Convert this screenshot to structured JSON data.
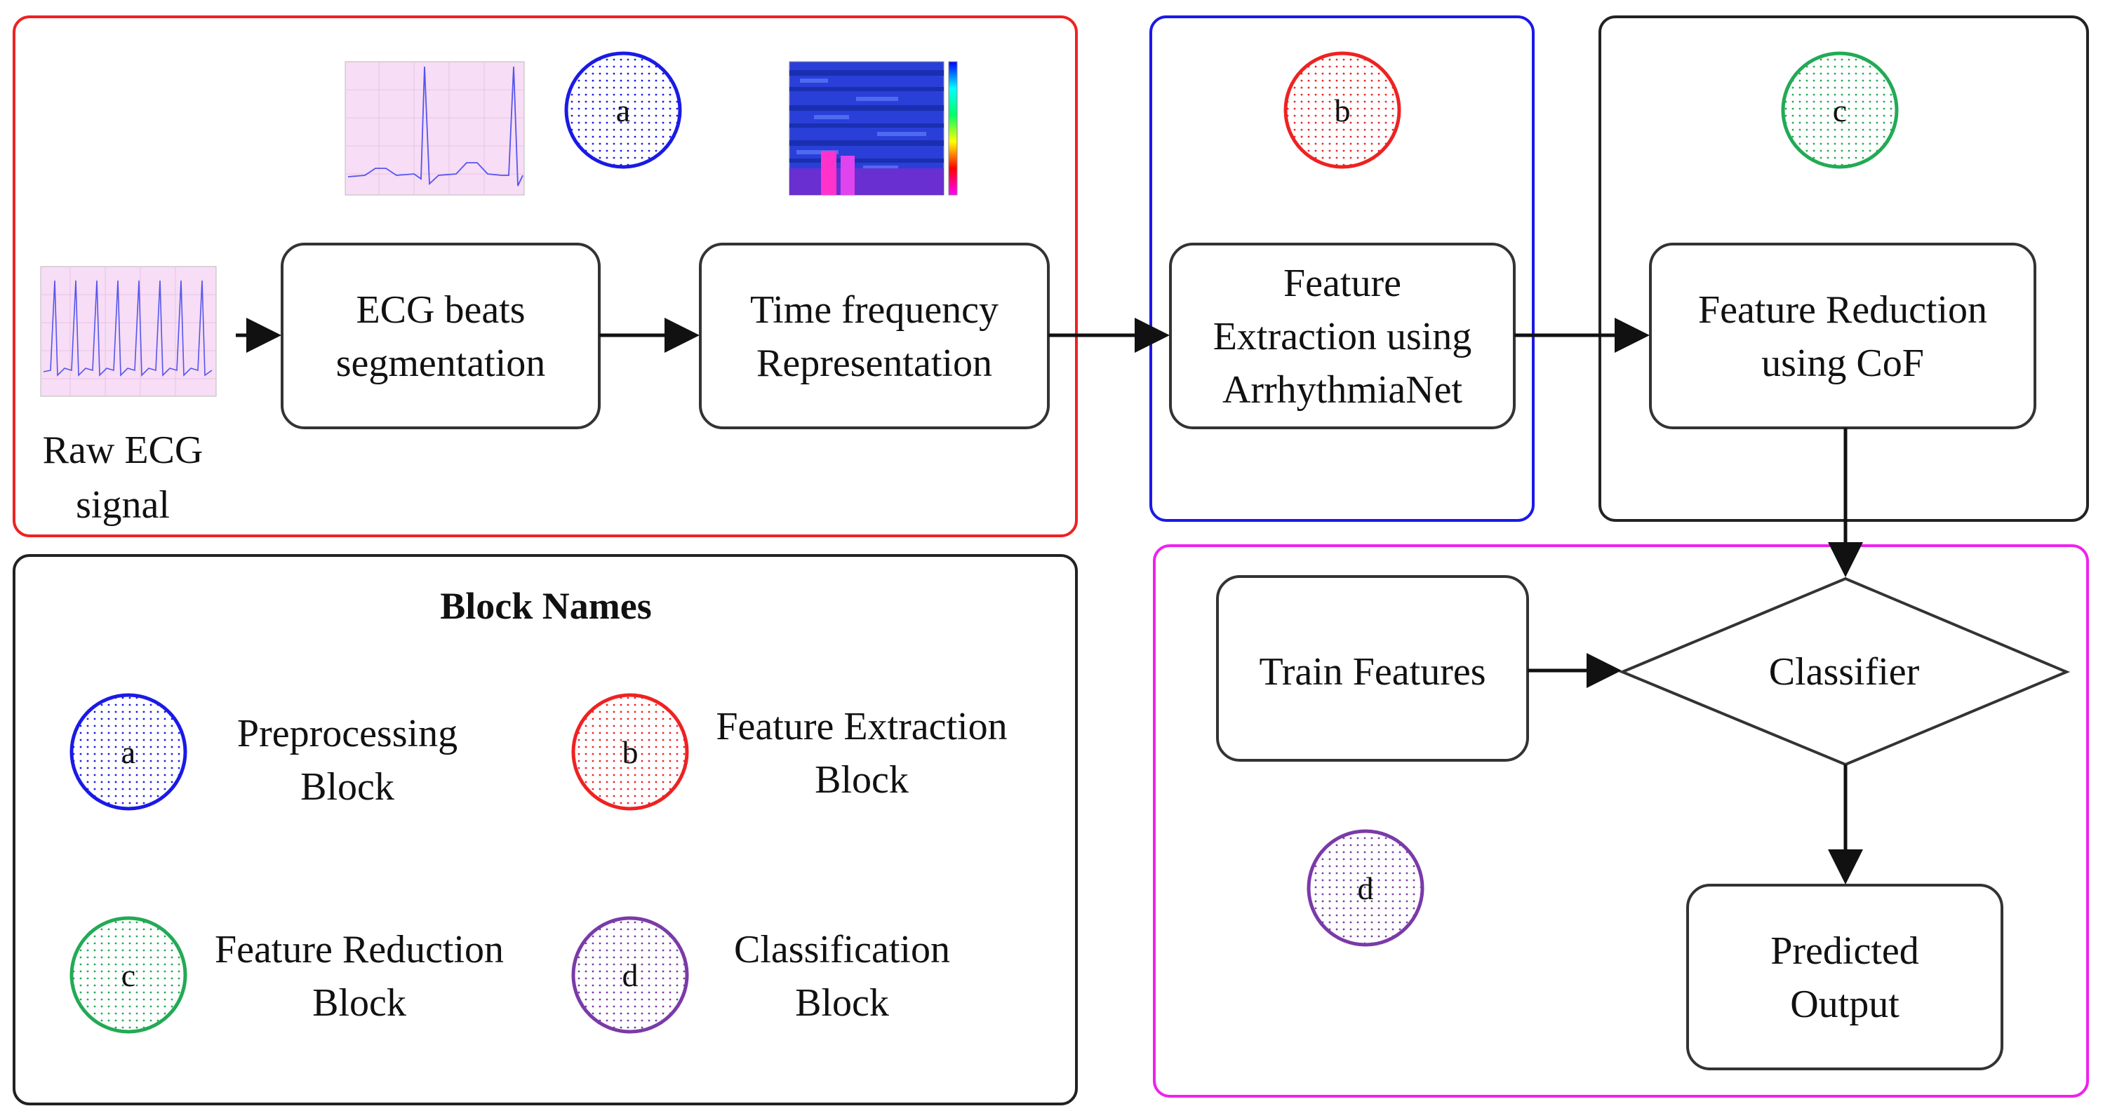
{
  "blocks": {
    "preprocessing": {
      "raw_signal_label": [
        "Raw ECG",
        "signal"
      ],
      "segmentation": [
        "ECG beats",
        "segmentation"
      ],
      "time_frequency": [
        "Time frequency",
        "Representation"
      ],
      "badge": "a"
    },
    "feature_extraction": {
      "process": [
        "Feature",
        "Extraction using",
        "ArrhythmiaNet"
      ],
      "badge": "b"
    },
    "feature_reduction": {
      "process": [
        "Feature Reduction",
        "using CoF"
      ],
      "badge": "c"
    },
    "classification": {
      "train_features": "Train Features",
      "classifier": "Classifier",
      "output": [
        "Predicted",
        "Output"
      ],
      "badge": "d"
    }
  },
  "legend": {
    "title": "Block Names",
    "items": [
      {
        "badge": "a",
        "label": [
          "Preprocessing",
          "Block"
        ],
        "color": "#1a1ae6"
      },
      {
        "badge": "b",
        "label": [
          "Feature Extraction",
          "Block"
        ],
        "color": "#ee2222"
      },
      {
        "badge": "c",
        "label": [
          "Feature Reduction",
          "Block"
        ],
        "color": "#22aa55"
      },
      {
        "badge": "d",
        "label": [
          "Classification",
          "Block"
        ],
        "color": "#7a3aa8"
      }
    ]
  },
  "colors": {
    "preprocessing": "#ee2222",
    "feature_extraction": "#1a1ae6",
    "feature_reduction": "#222222",
    "classification": "#ee22ee",
    "legend_border": "#222222",
    "node_border": "#333333"
  }
}
